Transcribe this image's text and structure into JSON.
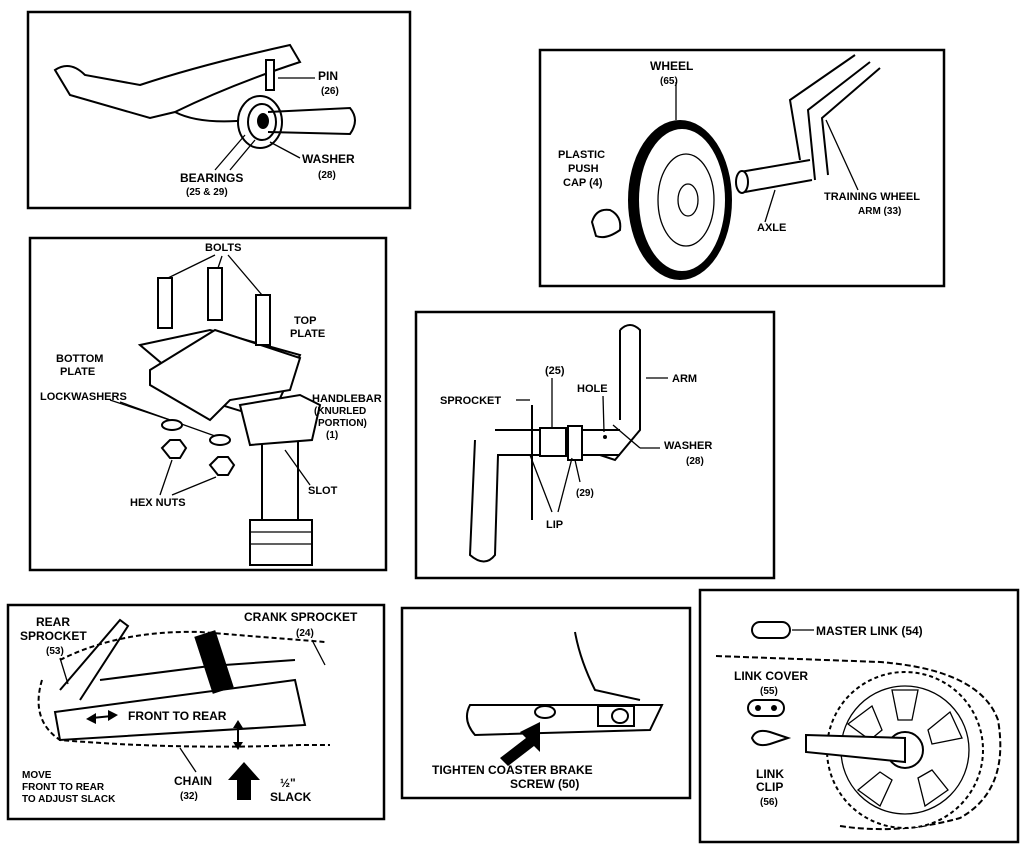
{
  "panels": {
    "pin_bearings": {
      "pin": "PIN",
      "pin_num": "(26)",
      "bearings": "BEARINGS",
      "bearings_num": "(25 & 29)",
      "washer": "WASHER",
      "washer_num": "(28)"
    },
    "wheel": {
      "wheel": "WHEEL",
      "wheel_num": "(65)",
      "plastic": "PLASTIC",
      "push": "PUSH",
      "cap": "CAP (4)",
      "axle": "AXLE",
      "arm1": "TRAINING WHEEL",
      "arm2": "ARM (33)"
    },
    "clamp": {
      "bolts": "BOLTS",
      "top1": "TOP",
      "top2": "PLATE",
      "bottom1": "BOTTOM",
      "bottom2": "PLATE",
      "lockwashers": "LOCKWASHERS",
      "handlebar1": "HANDLEBAR",
      "handlebar2": "(KNURLED",
      "handlebar3": "PORTION)",
      "handlebar4": "(1)",
      "slot": "SLOT",
      "hexnuts": "HEX NUTS"
    },
    "arm_assembly": {
      "num25": "(25)",
      "sprocket": "SPROCKET",
      "hole": "HOLE",
      "arm": "ARM",
      "washer": "WASHER",
      "washer_num": "(28)",
      "num29": "(29)",
      "lip": "LIP"
    },
    "chain_slack": {
      "rear1": "REAR",
      "rear2": "SPROCKET",
      "rear3": "(53)",
      "crank": "CRANK SPROCKET",
      "crank_num": "(24)",
      "front_to_rear": "FRONT TO REAR",
      "move1": "MOVE",
      "move2": "FRONT TO REAR",
      "move3": "TO ADJUST SLACK",
      "chain": "CHAIN",
      "chain_num": "(32)",
      "half": "½\"",
      "slack": "SLACK"
    },
    "brake": {
      "line1": "TIGHTEN COASTER BRAKE",
      "line2": "SCREW (50)"
    },
    "master_link": {
      "master": "MASTER LINK (54)",
      "cover": "LINK COVER",
      "cover_num": "(55)",
      "link": "LINK",
      "clip": "CLIP",
      "clip_num": "(56)"
    }
  }
}
